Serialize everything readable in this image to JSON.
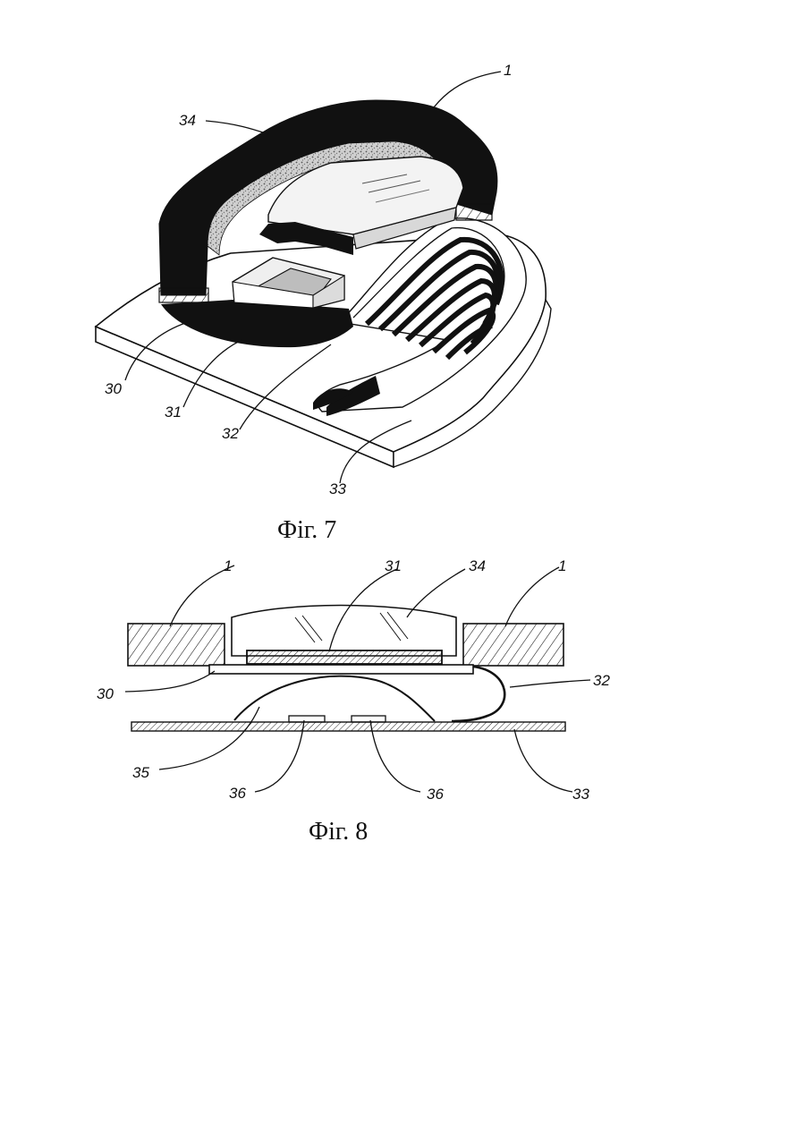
{
  "figure7": {
    "caption": "Фіг. 7",
    "labels": {
      "l1": "1",
      "l34": "34",
      "l30": "30",
      "l31": "31",
      "l32": "32",
      "l33": "33"
    }
  },
  "figure8": {
    "caption": "Фіг. 8",
    "labels": {
      "l1a": "1",
      "l31": "31",
      "l34": "34",
      "l1b": "1",
      "l30": "30",
      "l32": "32",
      "l35": "35",
      "l36a": "36",
      "l36b": "36",
      "l33": "33"
    }
  },
  "colors": {
    "ink": "#111111",
    "paper": "#ffffff",
    "shade": "#9a9a9a"
  }
}
